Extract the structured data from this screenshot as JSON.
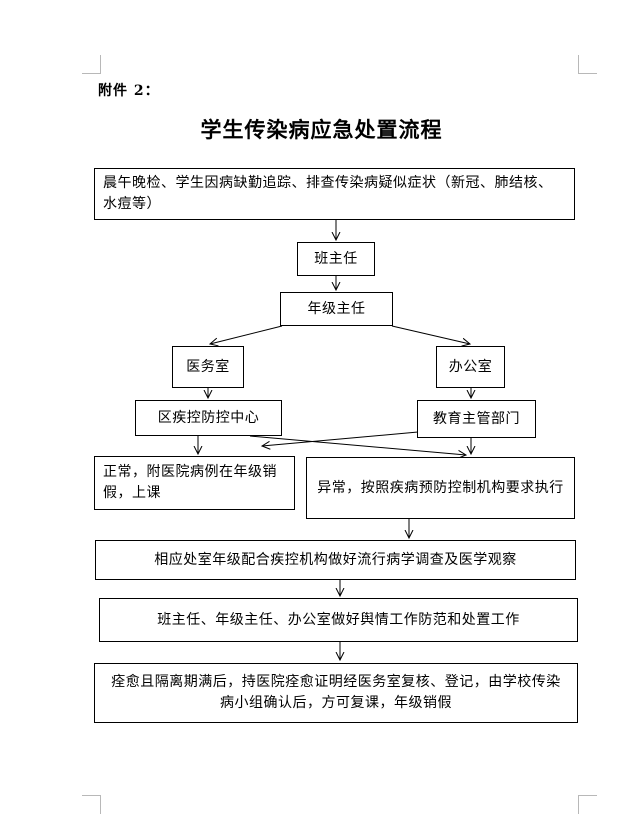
{
  "attachment_label": "附件 2：",
  "title": "学生传染病应急处置流程",
  "nodes": {
    "screening": "晨午晚检、学生因病缺勤追踪、排查传染病疑似症状（新冠、肺结核、水痘等）",
    "head_teacher": "班主任",
    "grade_director": "年级主任",
    "medical_office": "医务室",
    "general_office": "办公室",
    "cdc": "区疾控防控中心",
    "education_dept": "教育主管部门",
    "normal_case": "正常，附医院病例在年级销假，上课",
    "abnormal_case": "异常，按照疾病预防控制机构要求执行",
    "investigation": "相应处室年级配合疾控机构做好流行病学调查及医学观察",
    "opinion_work": "班主任、年级主任、办公室做好舆情工作防范和处置工作",
    "return_to_school": "痊愈且隔离期满后，持医院痊愈证明经医务室复核、登记，由学校传染病小组确认后，方可复课，年级销假"
  }
}
